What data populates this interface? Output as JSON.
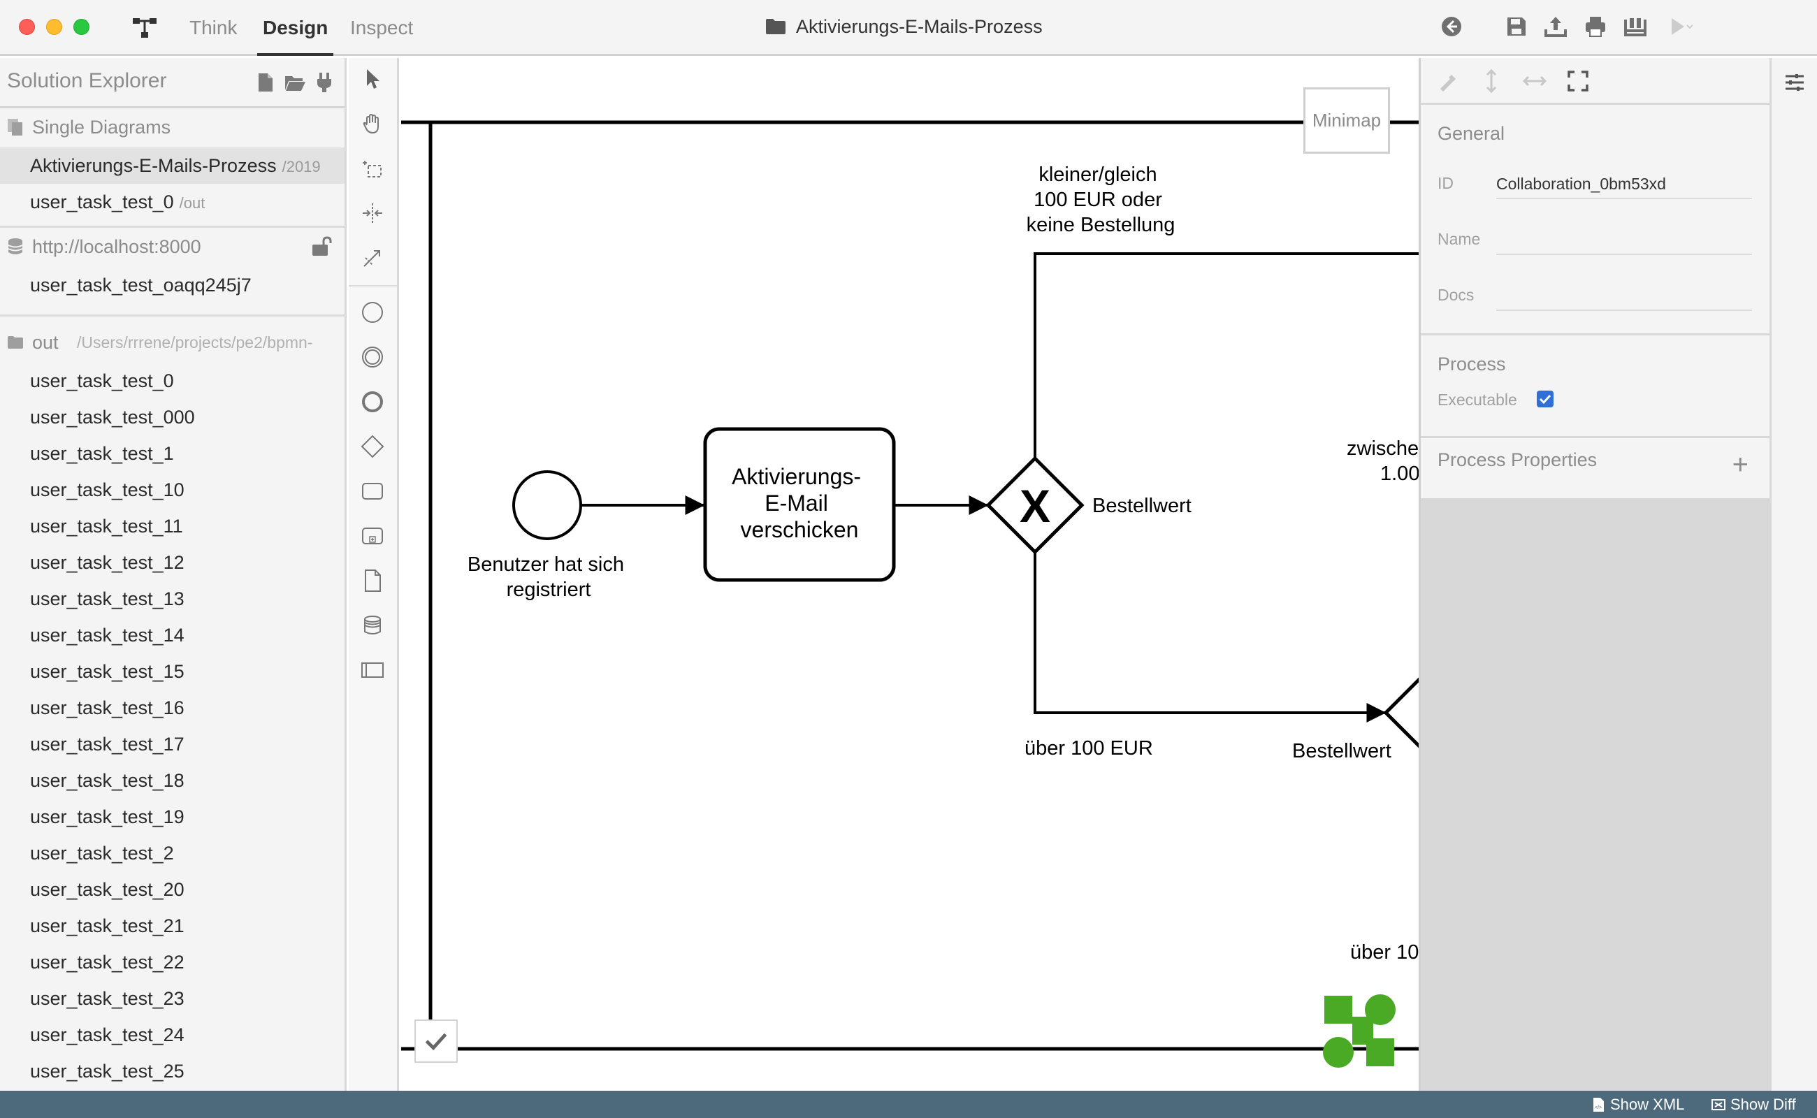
{
  "window": {
    "title": "Aktivierungs-E-Mails-Prozess",
    "nav": {
      "think": "Think",
      "design": "Design",
      "inspect": "Inspect"
    }
  },
  "explorer": {
    "title": "Solution Explorer",
    "single_diagrams": {
      "label": "Single Diagrams",
      "items": [
        {
          "label": "Aktivierungs-E-Mails-Prozess",
          "suffix": "/2019"
        },
        {
          "label": "user_task_test_0",
          "suffix": "/out"
        }
      ]
    },
    "server": {
      "label": "http://localhost:8000",
      "items": [
        {
          "label": "user_task_test_oaqq245j7"
        }
      ]
    },
    "folder": {
      "label": "out",
      "path": "/Users/rrrene/projects/pe2/bpmn-",
      "items": [
        "user_task_test_0",
        "user_task_test_000",
        "user_task_test_1",
        "user_task_test_10",
        "user_task_test_11",
        "user_task_test_12",
        "user_task_test_13",
        "user_task_test_14",
        "user_task_test_15",
        "user_task_test_16",
        "user_task_test_17",
        "user_task_test_18",
        "user_task_test_19",
        "user_task_test_2",
        "user_task_test_20",
        "user_task_test_21",
        "user_task_test_22",
        "user_task_test_23",
        "user_task_test_24",
        "user_task_test_25"
      ]
    }
  },
  "canvas": {
    "minimap_label": "Minimap",
    "start_event_label": [
      "Benutzer hat sich",
      "registriert"
    ],
    "task_label": [
      "Aktivierungs-",
      "E-Mail",
      "verschicken"
    ],
    "gateway1_label": "Bestellwert",
    "gateway_marker": "X",
    "flow_top_label": [
      "kleiner/gleich",
      "100 EUR oder",
      "keine Bestellung"
    ],
    "flow_bottom_label": "über 100 EUR",
    "gateway2_label": "Bestellwert",
    "flow_right_label": [
      "zwische",
      "1.00"
    ],
    "flow_lower_right_label": "über 10"
  },
  "properties": {
    "general": {
      "title": "General",
      "id_label": "ID",
      "id_value": "Collaboration_0bm53xd",
      "name_label": "Name",
      "name_value": "",
      "docs_label": "Docs",
      "docs_value": ""
    },
    "process": {
      "title": "Process",
      "executable_label": "Executable",
      "executable_checked": true
    },
    "process_properties": {
      "title": "Process Properties",
      "add_label": "+"
    }
  },
  "statusbar": {
    "show_xml": "Show XML",
    "show_diff": "Show Diff"
  },
  "colors": {
    "accent": "#2f6fd6",
    "statusbar": "#4d6a7c",
    "bpmn_green": "#4aa925"
  }
}
